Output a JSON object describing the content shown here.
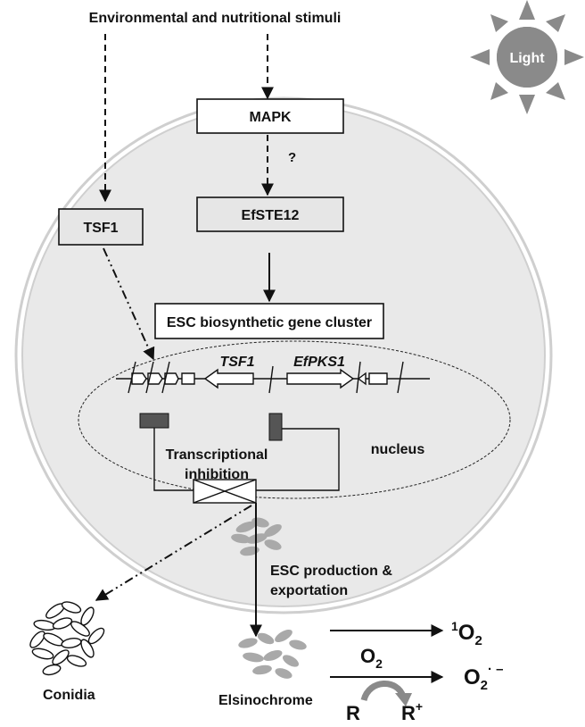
{
  "stimuli_label": "Environmental and nutritional stimuli",
  "light_label": "Light",
  "mapk_label": "MAPK",
  "question_mark": "?",
  "efste12_label": "EfSTE12",
  "tsf1_box_label": "TSF1",
  "cluster_label": "ESC biosynthetic gene cluster",
  "gene_tsf1": "TSF1",
  "gene_efpks1": "EfPKS1",
  "nucleus_label": "nucleus",
  "inhibition_line1": "Transcriptional",
  "inhibition_line2": "inhibition",
  "production_line1": "ESC production &",
  "production_line2": "exportation",
  "conidia_label": "Conidia",
  "elsinochrome_label": "Elsinochrome",
  "o2_reactant": "O",
  "o2_reactant_sub": "2",
  "singlet_oxygen_sup": "1",
  "singlet_oxygen_main": "O",
  "singlet_oxygen_sub": "2",
  "superoxide_main": "O",
  "superoxide_sub": "2",
  "superoxide_sup": "· –",
  "r_label": "R",
  "r_plus_main": "R",
  "r_plus_sup": "+",
  "colors": {
    "cell_fill": "#e9e9e9",
    "cell_outline": "#cfcfcf",
    "sun": "#8a8a8a",
    "gray_box": "#e6e6e6",
    "dark_block": "#555555"
  }
}
